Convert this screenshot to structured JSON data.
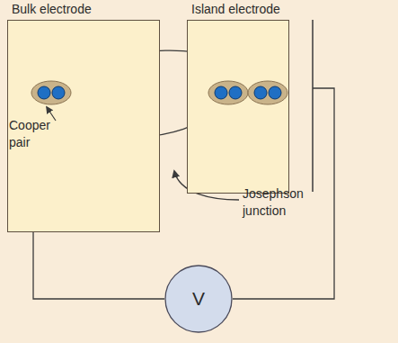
{
  "diagram": {
    "nodes": [
      {
        "text": [
          "Bulk electrode"
        ]
      },
      {
        "text": [
          "Island electrode"
        ]
      },
      {
        "text": [
          "V"
        ]
      }
    ],
    "edges": [
      {
        "from": 1,
        "to": 0,
        "arrow": "to"
      },
      {
        "from": 0,
        "to": 1,
        "arrow": "to"
      },
      {
        "from": 0,
        "to": 2,
        "arrow": "none"
      }
    ],
    "labels": [
      "Cooper pair",
      "Josephson junction"
    ]
  }
}
